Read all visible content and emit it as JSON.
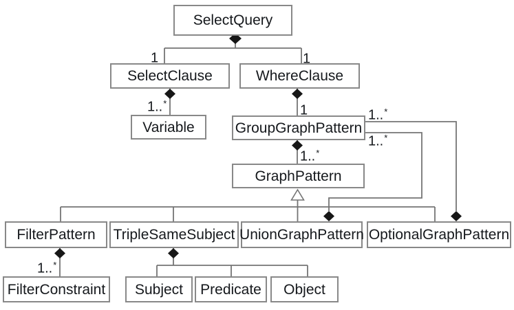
{
  "diagram": {
    "kind": "uml-class-diagram",
    "background": "#ffffff",
    "classes": [
      {
        "name": "SelectQuery"
      },
      {
        "name": "SelectClause"
      },
      {
        "name": "WhereClause"
      },
      {
        "name": "Variable"
      },
      {
        "name": "GroupGraphPattern"
      },
      {
        "name": "GraphPattern"
      },
      {
        "name": "FilterPattern"
      },
      {
        "name": "TripleSameSubject"
      },
      {
        "name": "UnionGraphPattern"
      },
      {
        "name": "OptionalGraphPattern"
      },
      {
        "name": "FilterConstraint"
      },
      {
        "name": "Subject"
      },
      {
        "name": "Predicate"
      },
      {
        "name": "Object"
      }
    ],
    "multiplicities": [
      {
        "base": "1",
        "sup": ""
      },
      {
        "base": "1",
        "sup": ""
      },
      {
        "base": "1..",
        "sup": "*"
      },
      {
        "base": "1",
        "sup": ""
      },
      {
        "base": "1..",
        "sup": "*"
      },
      {
        "base": "1..",
        "sup": "*"
      },
      {
        "base": "1..",
        "sup": "*"
      },
      {
        "base": "1..",
        "sup": "*"
      }
    ],
    "relationships": [
      {
        "type": "composition",
        "whole": "SelectQuery",
        "part": "SelectClause",
        "multiplicity": "1"
      },
      {
        "type": "composition",
        "whole": "SelectQuery",
        "part": "WhereClause",
        "multiplicity": "1"
      },
      {
        "type": "composition",
        "whole": "SelectClause",
        "part": "Variable",
        "multiplicity": "1..*"
      },
      {
        "type": "composition",
        "whole": "WhereClause",
        "part": "GroupGraphPattern",
        "multiplicity": "1"
      },
      {
        "type": "composition",
        "whole": "GroupGraphPattern",
        "part": "GraphPattern",
        "multiplicity": "1..*"
      },
      {
        "type": "composition",
        "whole": "GroupGraphPattern",
        "part": "OptionalGraphPattern",
        "multiplicity": "1..*"
      },
      {
        "type": "composition",
        "whole": "GroupGraphPattern",
        "part": "UnionGraphPattern",
        "multiplicity": "1..*"
      },
      {
        "type": "composition",
        "whole": "FilterPattern",
        "part": "FilterConstraint",
        "multiplicity": "1..*"
      },
      {
        "type": "composition",
        "whole": "TripleSameSubject",
        "part": "Subject"
      },
      {
        "type": "composition",
        "whole": "TripleSameSubject",
        "part": "Predicate"
      },
      {
        "type": "composition",
        "whole": "TripleSameSubject",
        "part": "Object"
      },
      {
        "type": "generalization",
        "parent": "GraphPattern",
        "children": [
          "FilterPattern",
          "TripleSameSubject",
          "UnionGraphPattern",
          "OptionalGraphPattern"
        ]
      }
    ],
    "colors": {
      "box_border": "#888888",
      "box_fill": "#ffffff",
      "line": "#747474",
      "diamond_fill": "#171717",
      "triangle_fill": "#ffffff",
      "text": "#15181c"
    }
  }
}
